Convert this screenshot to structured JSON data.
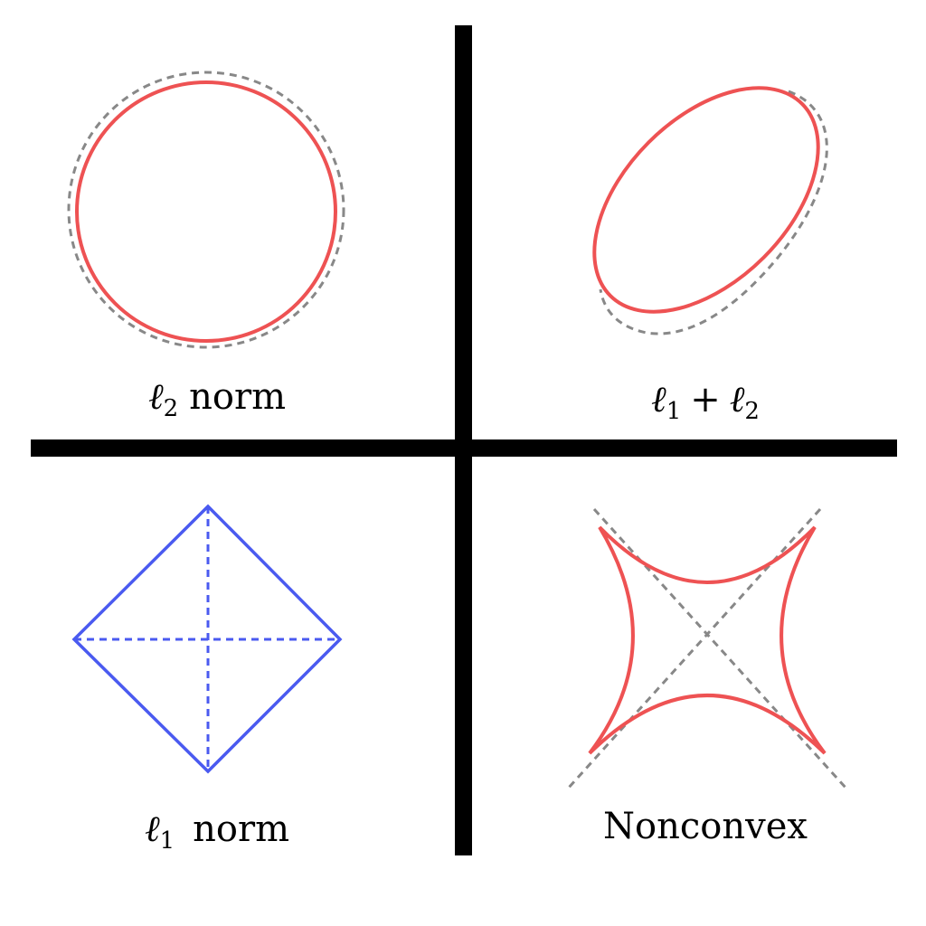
{
  "colors": {
    "background": "#ffffff",
    "divider": "#000000",
    "red_curve": "#ee5253",
    "blue_curve": "#4a5af0",
    "gray_dashed": "#888888"
  },
  "panels": {
    "top_left": {
      "symbol": "ℓ",
      "subscript": "2",
      "text": "norm"
    },
    "top_right": {
      "symbol_a": "ℓ",
      "subscript_a": "1",
      "operator": "+",
      "symbol_b": "ℓ",
      "subscript_b": "2"
    },
    "bottom_left": {
      "symbol": "ℓ",
      "subscript": "1",
      "text": "norm"
    },
    "bottom_right": {
      "text": "Nonconvex"
    }
  }
}
